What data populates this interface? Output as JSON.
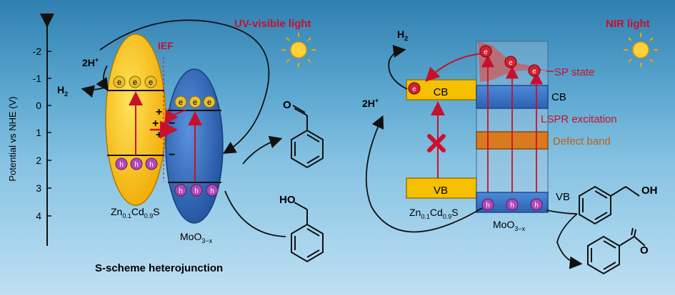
{
  "left": {
    "light_label": "UV-visible light",
    "axis_label": "Potential vs NHE (V)",
    "ticks": [
      "-2",
      "-1",
      "0",
      "1",
      "2",
      "3",
      "4"
    ],
    "ief": "IEF",
    "h_plus": "2H",
    "h2": "H",
    "electron": "e",
    "hole": "h",
    "zcs_main": "Zn",
    "zcs_sub1": "0.1",
    "zcs_cd": "Cd",
    "zcs_sub2": "0.9",
    "zcs_s": "S",
    "moo_main": "MoO",
    "moo_sub": "3−x",
    "title": "S-scheme heterojunction",
    "plus": "+",
    "minus": "−",
    "benz_o": "O",
    "ho": "HO"
  },
  "right": {
    "light_label": "NIR light",
    "h2": "H",
    "h_plus": "2H",
    "cb_left": "CB",
    "vb_left": "VB",
    "cb_right": "CB",
    "vb_right": "VB",
    "sp_state": "SP state",
    "lspr": "LSPR excitation",
    "defect": "Defect band",
    "oh": "OH",
    "o": "O",
    "electron": "e",
    "hole": "h"
  },
  "colors": {
    "yellow": "#f5c000",
    "blue": "#2f6fc8",
    "red": "#c8102e",
    "orange": "#d97a1e",
    "electron_ball": "#e8c030",
    "hole_ball": "#b04ab8"
  }
}
